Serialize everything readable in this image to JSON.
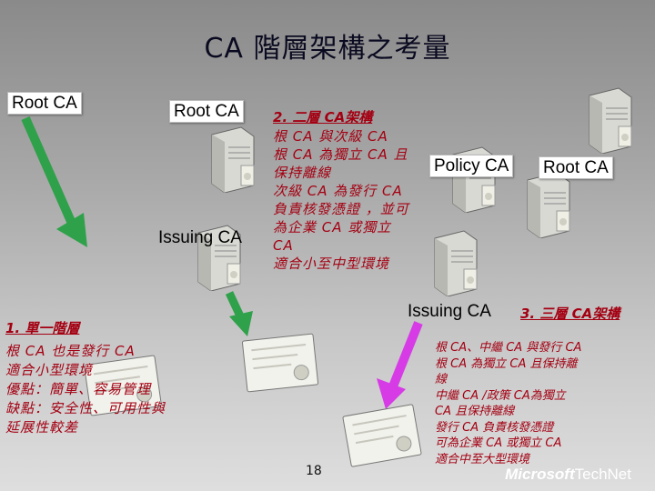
{
  "title": "CA 階層架構之考量",
  "labels": {
    "root_ca_left": "Root CA",
    "root_ca_center": "Root CA",
    "issuing_ca_center": "Issuing CA",
    "policy_ca": "Policy CA",
    "root_ca_right": "Root CA",
    "issuing_ca_right": "Issuing CA"
  },
  "section1": {
    "heading": "1. 單一階層",
    "lines": [
      "根 CA 也是發行 CA",
      "適合小型環境",
      "優點：簡單、容易管理",
      "缺點：安全性、可用性與",
      "延展性較差"
    ]
  },
  "section2": {
    "heading": "2. 二層 CA架構",
    "lines": [
      "根 CA 與次級 CA",
      "根 CA 為獨立 CA 且",
      "保持離線",
      "次級 CA 為發行 CA",
      "負責核發憑證 ，並可",
      "為企業 CA 或獨立",
      "CA",
      "適合小至中型環境"
    ]
  },
  "section3": {
    "heading": "3. 三層 CA架構",
    "lines": [
      "根 CA、中繼 CA 與發行 CA",
      "根 CA 為獨立 CA 且保持離",
      "線",
      "中繼 CA /政策 CA為獨立",
      "CA 且保持離線",
      "發行 CA 負責核發憑證",
      "可為企業 CA 或獨立 CA",
      "適合中至大型環境"
    ]
  },
  "slide_number": "18",
  "logo": {
    "brand": "Microsoft",
    "product": "TechNet"
  },
  "colors": {
    "accent_red": "#a40012",
    "arrow_green": "#2fa14a",
    "arrow_magenta": "#d63be6"
  }
}
